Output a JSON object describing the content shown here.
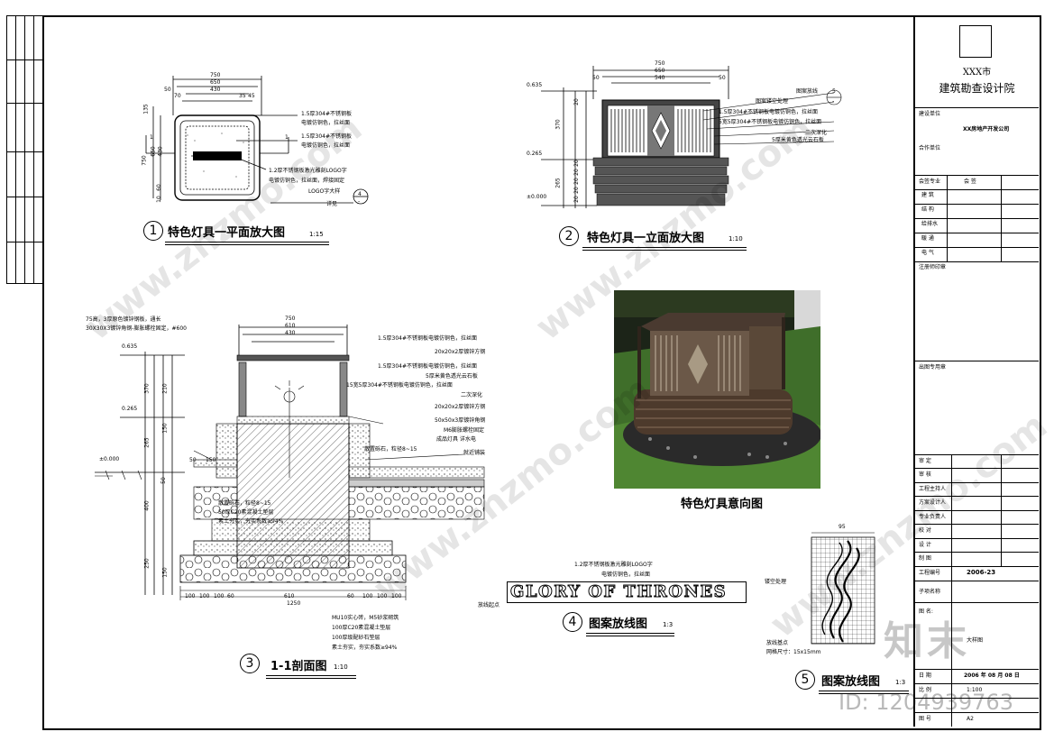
{
  "institute": {
    "city": "XXX市",
    "name": "建筑勘查设计院"
  },
  "title_block": {
    "build_unit_label": "建设单位",
    "build_unit_value": "XX房地产开发公司",
    "coop_unit_label": "合作单位",
    "sign_header": {
      "major": "会签专业",
      "sign": "会 签"
    },
    "sign_rows": [
      "建 筑",
      "结 构",
      "给排水",
      "暖 通",
      "电 气"
    ],
    "note_label": "注册师印章",
    "stamp_label": "出图专用章",
    "approval_rows": [
      "审 定",
      "审 核",
      "工程主持人",
      "方案设计人",
      "专业负责人",
      "校 对",
      "设 计",
      "制 图"
    ],
    "project_no_label": "工程编号",
    "project_no": "2006-23",
    "sub_item_label": "子项名称",
    "drawing_name_label": "图 名:",
    "drawing_name": "大样图",
    "date_label": "日 期",
    "date": "2006 年 08 月 08 日",
    "scale_label": "比 例",
    "scale": "1:100",
    "sheet_label": "图 号",
    "sheet": "A2"
  },
  "drawings": {
    "plan": {
      "num": "1",
      "title": "特色灯具一平面放大图",
      "scale": "1:15",
      "dims": [
        "750",
        "650",
        "430",
        "50",
        "70",
        "35",
        "45",
        "135",
        "650",
        "750",
        "430",
        "60",
        "10"
      ],
      "notes": [
        "1.5厚304#不锈钢板",
        "电镀仿铜色，拉丝面",
        "1.5厚304#不锈钢板",
        "电镀仿铜色，拉丝面",
        "1.2厚不锈钢板激光雕刻LOGO字",
        "电镀仿铜色，拉丝面，焊接固定",
        "LOGO字大样",
        "详见"
      ],
      "detail_ref": "4",
      "detail_sub": "-",
      "cut_mark": "1"
    },
    "elevation": {
      "num": "2",
      "title": "特色灯具一立面放大图",
      "scale": "1:10",
      "levels": [
        "0.635",
        "0.265",
        "±0.000"
      ],
      "dims": [
        "750",
        "650",
        "540",
        "50",
        "50",
        "370",
        "265",
        "20",
        "20",
        "20",
        "20",
        "20",
        "20"
      ],
      "notes": [
        "图案放线",
        "图案镂空处理",
        "1.5厚304#不锈钢板电镀仿铜色，拉丝面",
        "5宽5厚304#不锈钢板电镀仿铜色，拉丝面",
        "二次深化",
        "5厚米黄色透光云石板"
      ],
      "detail_ref": "5",
      "detail_sub": "-"
    },
    "section": {
      "num": "3",
      "title": "1-1剖面图",
      "scale": "1:10",
      "levels": [
        "0.635",
        "0.265",
        "±0.000"
      ],
      "top_notes": [
        "75高，3厚原色镀锌钢板，通长",
        "30X30X3镀锌角钢-膨胀螺栓固定，#600"
      ],
      "dims_top": [
        "750",
        "610",
        "430"
      ],
      "dims_bottom": [
        "100",
        "100",
        "100",
        "60",
        "610",
        "60",
        "100",
        "100",
        "100"
      ],
      "dims_total": "1250",
      "dims_left": [
        "370",
        "210",
        "265",
        "150",
        "50",
        "400",
        "250",
        "150"
      ],
      "notes": [
        "1.5厚304#不锈钢板电镀仿铜色，拉丝面",
        "20x20x2厚镀锌方钢",
        "1.5厚304#不锈钢板电镀仿铜色，拉丝面",
        "5厚米黄色透光云石板",
        "15宽5厚304#不锈钢板电镀仿铜色，拉丝面",
        "二次深化",
        "20x20x2厚镀锌方钢",
        "50x50x3厚镀锌角钢",
        "M6膨胀螺栓固定",
        "成品灯具 详水电",
        "散置砾石，粒径8~15",
        "就近铺装"
      ],
      "left_notes": [
        "散置砾石，粒径8~15",
        "50厚C20素混凝土垫层",
        "素土夯实，夯实系数≥94%"
      ],
      "bottom_notes": [
        "MU10实心砖，M5砂浆砌筑",
        "100厚C20素混凝土垫层",
        "100厚级配砂石垫层",
        "素土夯实，夯实系数≥94%"
      ],
      "small_dims": [
        "150",
        "50"
      ]
    },
    "photo": {
      "title": "特色灯具意向图"
    },
    "logo": {
      "num": "4",
      "title": "图案放线图",
      "scale": "1:3",
      "text": "GLORY OF THRONES",
      "notes": [
        "1.2厚不锈钢板激光雕刻LOGO字",
        "电镀仿铜色，拉丝面"
      ],
      "origin": "放线起点"
    },
    "pattern": {
      "num": "5",
      "title": "图案放线图",
      "scale": "1:3",
      "dim": "95",
      "notes": [
        "镂空处理",
        "放线基点",
        "网格尺寸：15x15mm"
      ]
    }
  },
  "watermark": {
    "logo": "知末",
    "id": "ID: 1204939763",
    "site": "www.znzmo.com"
  }
}
